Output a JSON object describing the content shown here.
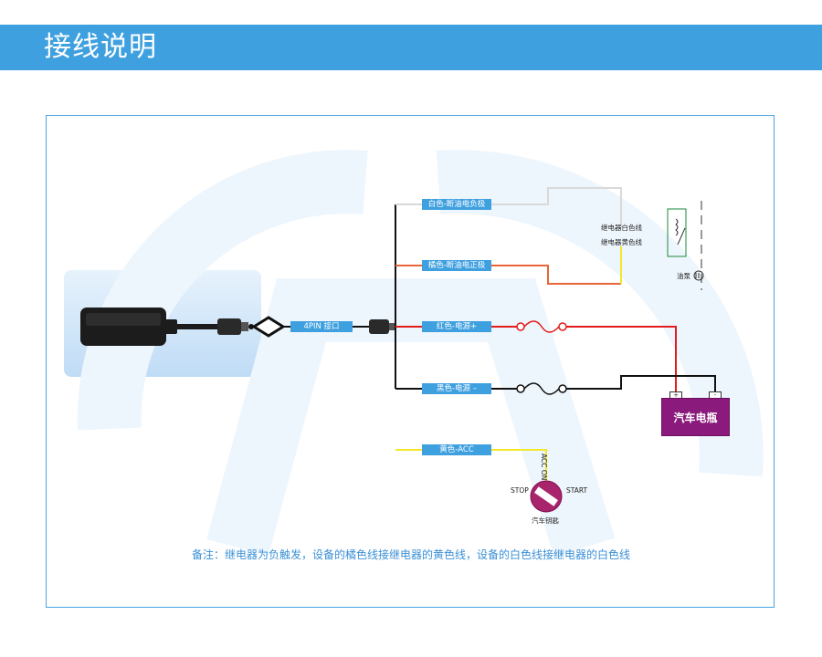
{
  "header": {
    "title": "接线说明"
  },
  "connector_label": "4PIN 接口",
  "wires": {
    "white": "白色-断油电负极",
    "orange": "橘色-断油电正极",
    "red": "红色-电源+",
    "black": "黑色-电源 –",
    "yellow": "黄色-ACC"
  },
  "relay": {
    "white_label": "继电器白色线",
    "yellow_label": "继电器黄色线",
    "pump_label": "油泵"
  },
  "battery": {
    "label": "汽车电瓶",
    "pos": "+",
    "neg": "-"
  },
  "key": {
    "label": "汽车钥匙",
    "stop": "STOP",
    "start": "START",
    "acc_on": "ACC ON"
  },
  "note": "备注：继电器为负触发，设备的橘色线接继电器的黄色线，设备的白色线接继电器的白色线",
  "colors": {
    "accent": "#3fa0e0",
    "wire_red": "#e31b1b",
    "wire_orange": "#e8663a",
    "wire_yellow": "#f2e82a",
    "wire_white": "#d9d9d9",
    "battery": "#8a1a7c"
  }
}
